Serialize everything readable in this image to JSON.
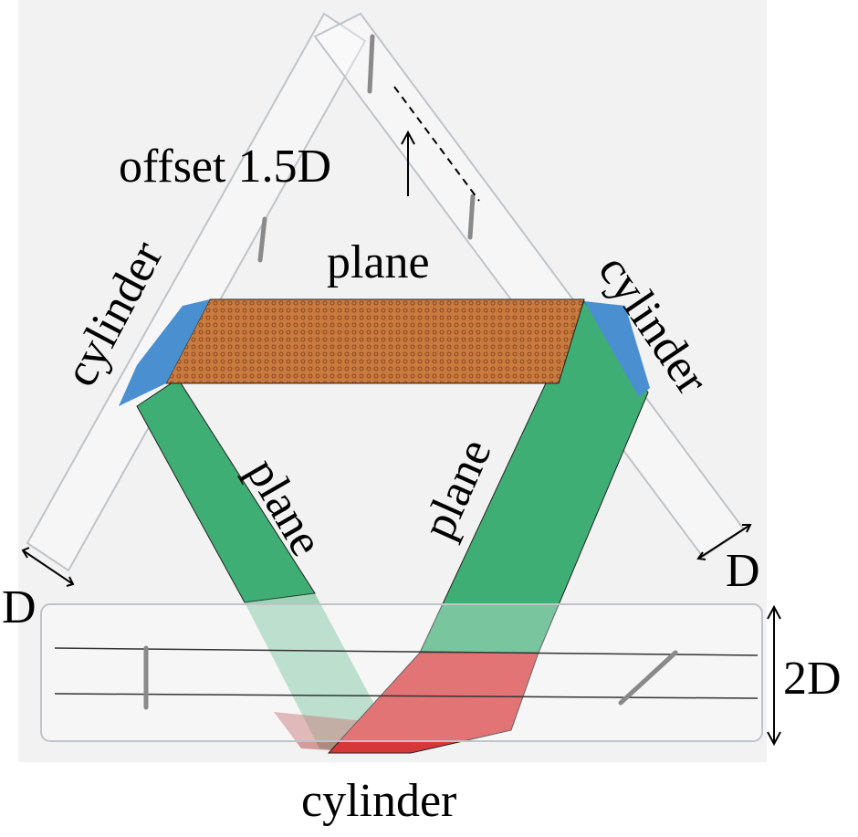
{
  "labels": {
    "offset": "offset 1.5D",
    "plane_top": "plane",
    "cylinder_left": "cylinder",
    "cylinder_right": "cylinder",
    "plane_left": "plane",
    "plane_right": "plane",
    "d_left": "D",
    "d_right": "D",
    "two_d": "2D",
    "cylinder_bottom": "cylinder"
  },
  "colors": {
    "orange_band": "#c97a3e",
    "green_band": "#3fae74",
    "red_band": "#d6383a",
    "blue_band": "#4a90d0",
    "background": "#f2f2f2"
  }
}
